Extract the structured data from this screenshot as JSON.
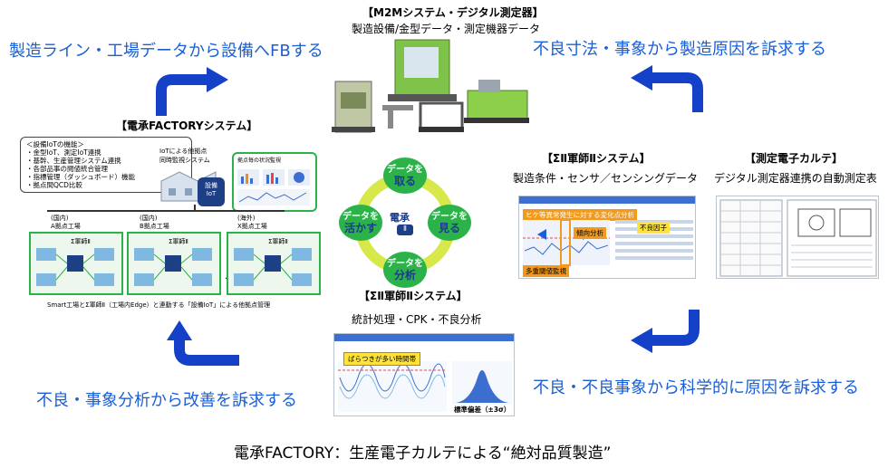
{
  "top": {
    "title": "【M2Mシステム・デジタル測定器】",
    "subtitle": "製造設備/金型データ・測定機器データ"
  },
  "flows": {
    "top_left": "製造ライン・工場データから設備へFBする",
    "top_right": "不良寸法・事象から製造原因を訴求する",
    "bottom_left": "不良・事象分析から改善を訴求する",
    "bottom_right": "不良・不良事象から科学的に原因を訴求する"
  },
  "denshou": {
    "title": "【電承FACTORYシステム】",
    "features_header": "＜設備IoTの機能＞",
    "features": [
      "・金型IoT、測定IoT連携",
      "・基幹、生産管理システム連携",
      "・各部品事の閲値統合管理",
      "・指標管理（ダッシュボード）機能",
      "・拠点間QCD比較"
    ],
    "iot_note_1": "IoTによる他拠点",
    "iot_note_2": "同時監視システム",
    "db_label_1": "設備",
    "db_label_2": "IoT",
    "dash_title": "拠点毎の状況監視",
    "factories": [
      {
        "region": "(国内)",
        "name": "A拠点工場"
      },
      {
        "region": "(国内)",
        "name": "B拠点工場"
      },
      {
        "region": "(海外)",
        "name": "X拠点工場"
      }
    ],
    "sigma_label": "Σ軍師Ⅱ",
    "ellipsis": "……",
    "caption": "Smart工場とΣ軍師Ⅱ（工場内Edge）と連動する「設備IoT」による他拠点管理"
  },
  "cycle": {
    "top": [
      "データを",
      "取る"
    ],
    "right": [
      "データを",
      "見る"
    ],
    "bottom": [
      "データを",
      "分析"
    ],
    "left": [
      "データを",
      "活かす"
    ],
    "center": "電承",
    "center_badge": "Ⅱ"
  },
  "sigma_right": {
    "title": "【ΣⅡ軍師Ⅱシステム】",
    "subtitle": "製造条件・センサ／センシングデータ",
    "banner": "ヒケ等異常発生に対する変化点分析",
    "tag_trend": "傾向分析",
    "tag_defect": "不良因子",
    "tag_multi": "多重閾値監視"
  },
  "karte": {
    "title": "【測定電子カルテ】",
    "subtitle": "デジタル測定器連携の自動測定表"
  },
  "sigma_bottom": {
    "title": "【ΣⅡ軍師Ⅱシステム】",
    "subtitle": "統計処理・CPK・不良分析",
    "callout": "ばらつきが多い時間帯",
    "std_label": "標準偏差（±3σ）"
  },
  "footer": "電承FACTORY：生産電子カルテによる“絶対品質製造”",
  "colors": {
    "flow_text": "#1a5fd6",
    "arrow": "#1540c8",
    "cycle_ring": "#d8e84a",
    "cycle_node": "#2bb34a",
    "accent_orange": "#f39a1a"
  }
}
